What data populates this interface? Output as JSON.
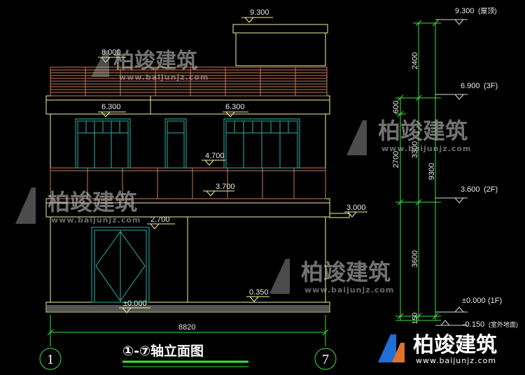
{
  "drawing": {
    "title": "①-⑦轴立面图",
    "overall_width_dim": "8820",
    "axes": [
      "1",
      "7"
    ]
  },
  "elevation_marks": {
    "roof_top": "9.300",
    "roof_terrace": "8.000",
    "left_2f_top": "6.300",
    "right_2f_top": "6.300",
    "balcony_rail": "4.700",
    "floor_2": "3.700",
    "side_canopy": "3.000",
    "door_top": "2.700",
    "plinth": "0.350",
    "ground_floor": "±0.000"
  },
  "level_marks": [
    {
      "value": "9.300",
      "name": "(屋顶)"
    },
    {
      "value": "6.900",
      "name": "(3F)"
    },
    {
      "value": "3.600",
      "name": "(2F)"
    },
    {
      "value": "±0.000",
      "name": "(1F)"
    },
    {
      "value": "-0.150",
      "name": "(室外地面)"
    }
  ],
  "vertical_dims": {
    "d_2400": "2400",
    "d_600": "600",
    "d_2700": "2700",
    "d_3300": "3300",
    "d_9300": "9300",
    "d_3600": "3600",
    "d_150": "150"
  },
  "watermark": {
    "name": "柏竣建筑",
    "url": "www.baijunjz.com"
  },
  "colors": {
    "background": "#000000",
    "outline": "#f2f2a0",
    "dimension": "#39e639",
    "window": "#2bb3a6",
    "rail": "#c87a5a",
    "text": "#e8e8e8"
  }
}
